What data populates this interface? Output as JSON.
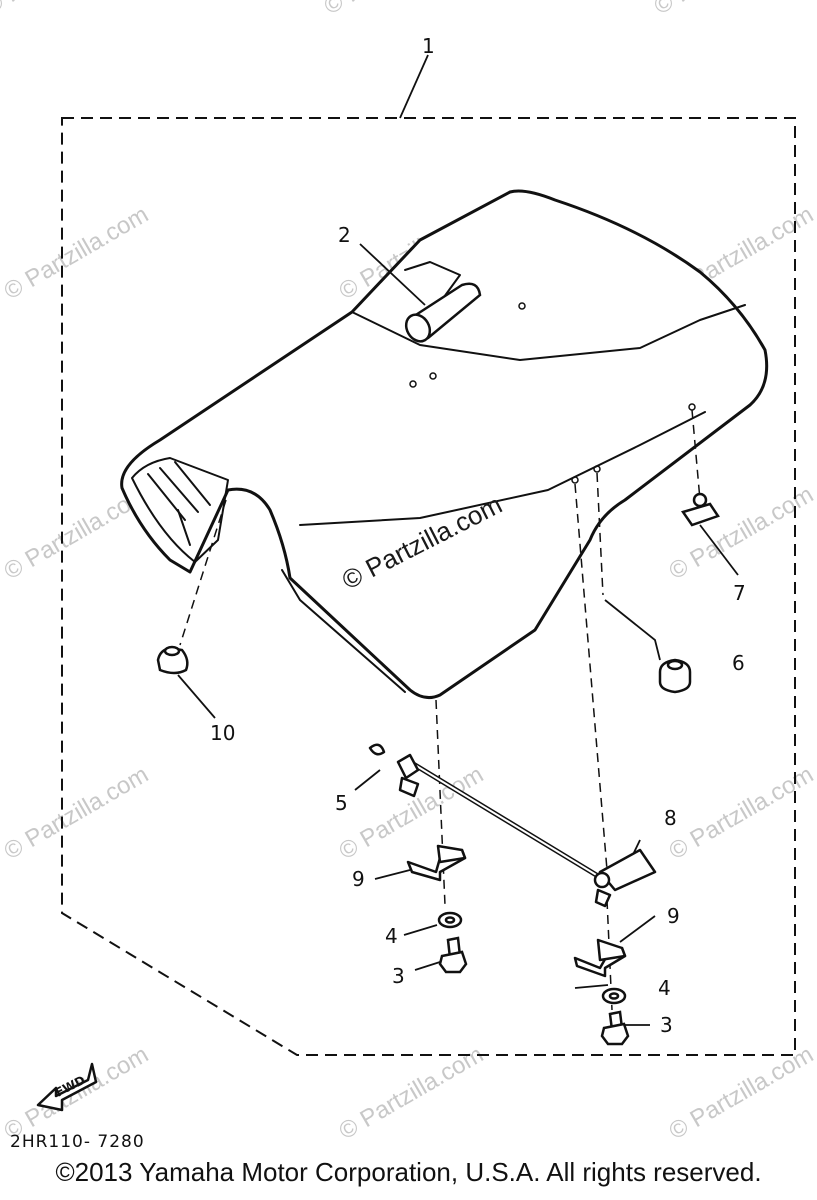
{
  "callouts": {
    "c1": "1",
    "c2": "2",
    "c3a": "3",
    "c3b": "3",
    "c4a": "4",
    "c4b": "4",
    "c5": "5",
    "c6": "6",
    "c7": "7",
    "c8": "8",
    "c9a": "9",
    "c9b": "9",
    "c10": "10"
  },
  "fwd_label": "FWD",
  "watermark": "© Partzilla.com",
  "watermark_main": "© Partzilla.com",
  "diagram_code": "2HR110- 7280",
  "copyright": "©2013  Yamaha Motor Corporation, U.S.A. All rights reserved."
}
